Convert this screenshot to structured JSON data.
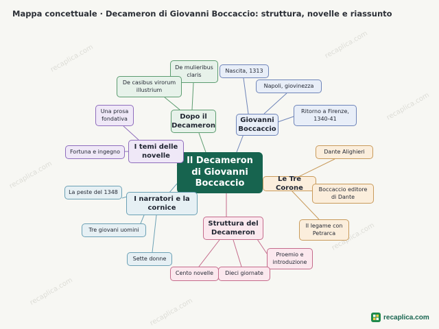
{
  "title": "Mappa concettuale · Decameron di Giovanni Boccaccio: struttura, novelle e riassunto",
  "center": "Il Decameron di Giovanni Boccaccio",
  "branches": {
    "dopo": {
      "label": "Dopo il Decameron",
      "color": "#5a9b6e",
      "leaves": [
        "De mulieribus claris",
        "De casibus virorum illustrium"
      ]
    },
    "giovanni": {
      "label": "Giovanni Boccaccio",
      "color": "#6d83b8",
      "leaves": [
        "Nascita, 1313",
        "Napoli, giovinezza",
        "Ritorno a Firenze, 1340-41"
      ]
    },
    "corone": {
      "label": "Le Tre Corone",
      "color": "#c89a5a",
      "leaves": [
        "Dante Alighieri",
        "Boccaccio editore di Dante",
        "Il legame con Petrarca"
      ]
    },
    "struttura": {
      "label": "Struttura del Decameron",
      "color": "#c46a8a",
      "leaves": [
        "Proemio e introduzione",
        "Dieci giornate",
        "Cento novelle"
      ]
    },
    "narratori": {
      "label": "I narratori e la cornice",
      "color": "#6aa0b4",
      "leaves": [
        "La peste del 1348",
        "Tre giovani uomini",
        "Sette donne"
      ]
    },
    "temi": {
      "label": "I temi delle novelle",
      "color": "#8e6cbc",
      "leaves": [
        "Una prosa fondativa",
        "Fortuna e ingegno"
      ]
    }
  },
  "watermark": "recaplica.com",
  "brand": "recaplica.com"
}
